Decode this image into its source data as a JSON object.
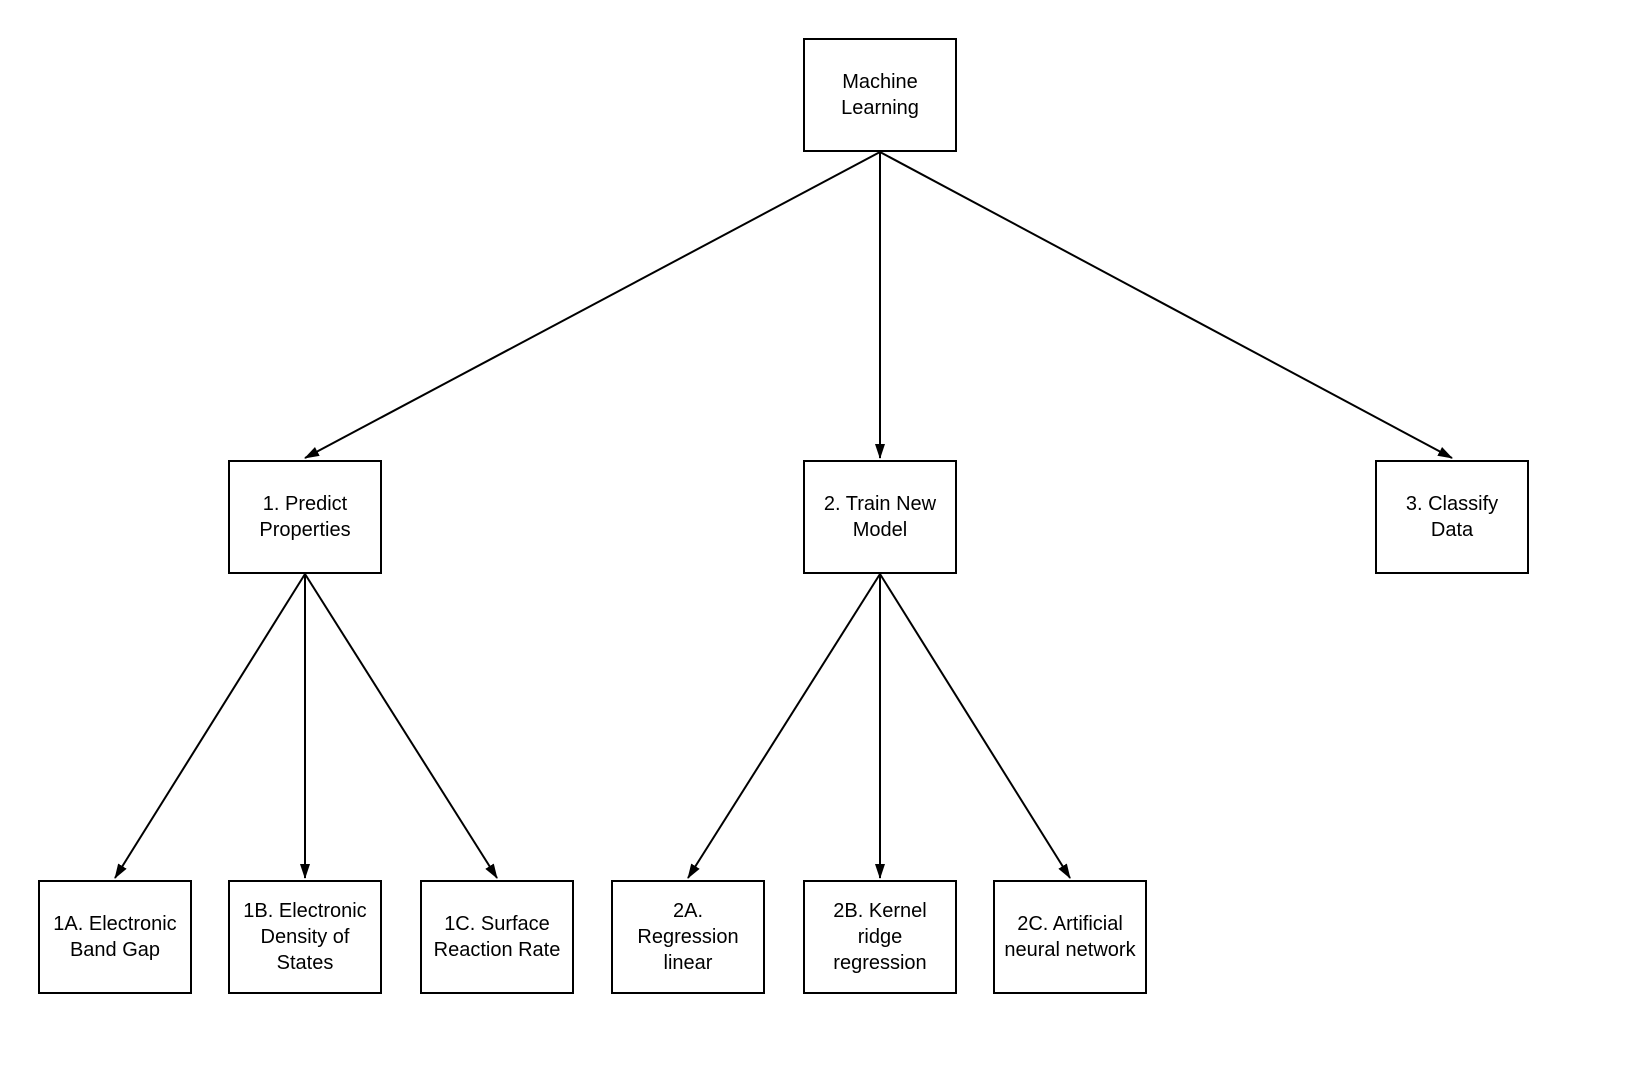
{
  "diagram": {
    "type": "flowchart-tree",
    "colors": {
      "background": "#ffffff",
      "node_fill": "#ffffff",
      "node_border": "#000000",
      "edge": "#000000",
      "text": "#000000"
    },
    "nodes": [
      {
        "id": "machine-learning",
        "label": "Machine Learning"
      },
      {
        "id": "predict-properties",
        "label": "1. Predict Properties"
      },
      {
        "id": "train-new-model",
        "label": "2. Train New Model"
      },
      {
        "id": "classify-data",
        "label": "3. Classify Data"
      },
      {
        "id": "electronic-band-gap",
        "label": "1A. Electronic Band Gap"
      },
      {
        "id": "electronic-density-of-states",
        "label": "1B. Electronic Density of States"
      },
      {
        "id": "surface-reaction-rate",
        "label": "1C. Surface Reaction Rate"
      },
      {
        "id": "regression-linear",
        "label": "2A. Regression linear"
      },
      {
        "id": "kernel-ridge-regression",
        "label": "2B. Kernel ridge regression"
      },
      {
        "id": "artificial-neural-network",
        "label": "2C. Artificial neural network"
      }
    ],
    "edges": [
      {
        "from": "machine-learning",
        "to": "predict-properties"
      },
      {
        "from": "machine-learning",
        "to": "train-new-model"
      },
      {
        "from": "machine-learning",
        "to": "classify-data"
      },
      {
        "from": "predict-properties",
        "to": "electronic-band-gap"
      },
      {
        "from": "predict-properties",
        "to": "electronic-density-of-states"
      },
      {
        "from": "predict-properties",
        "to": "surface-reaction-rate"
      },
      {
        "from": "train-new-model",
        "to": "regression-linear"
      },
      {
        "from": "train-new-model",
        "to": "kernel-ridge-regression"
      },
      {
        "from": "train-new-model",
        "to": "artificial-neural-network"
      }
    ]
  }
}
